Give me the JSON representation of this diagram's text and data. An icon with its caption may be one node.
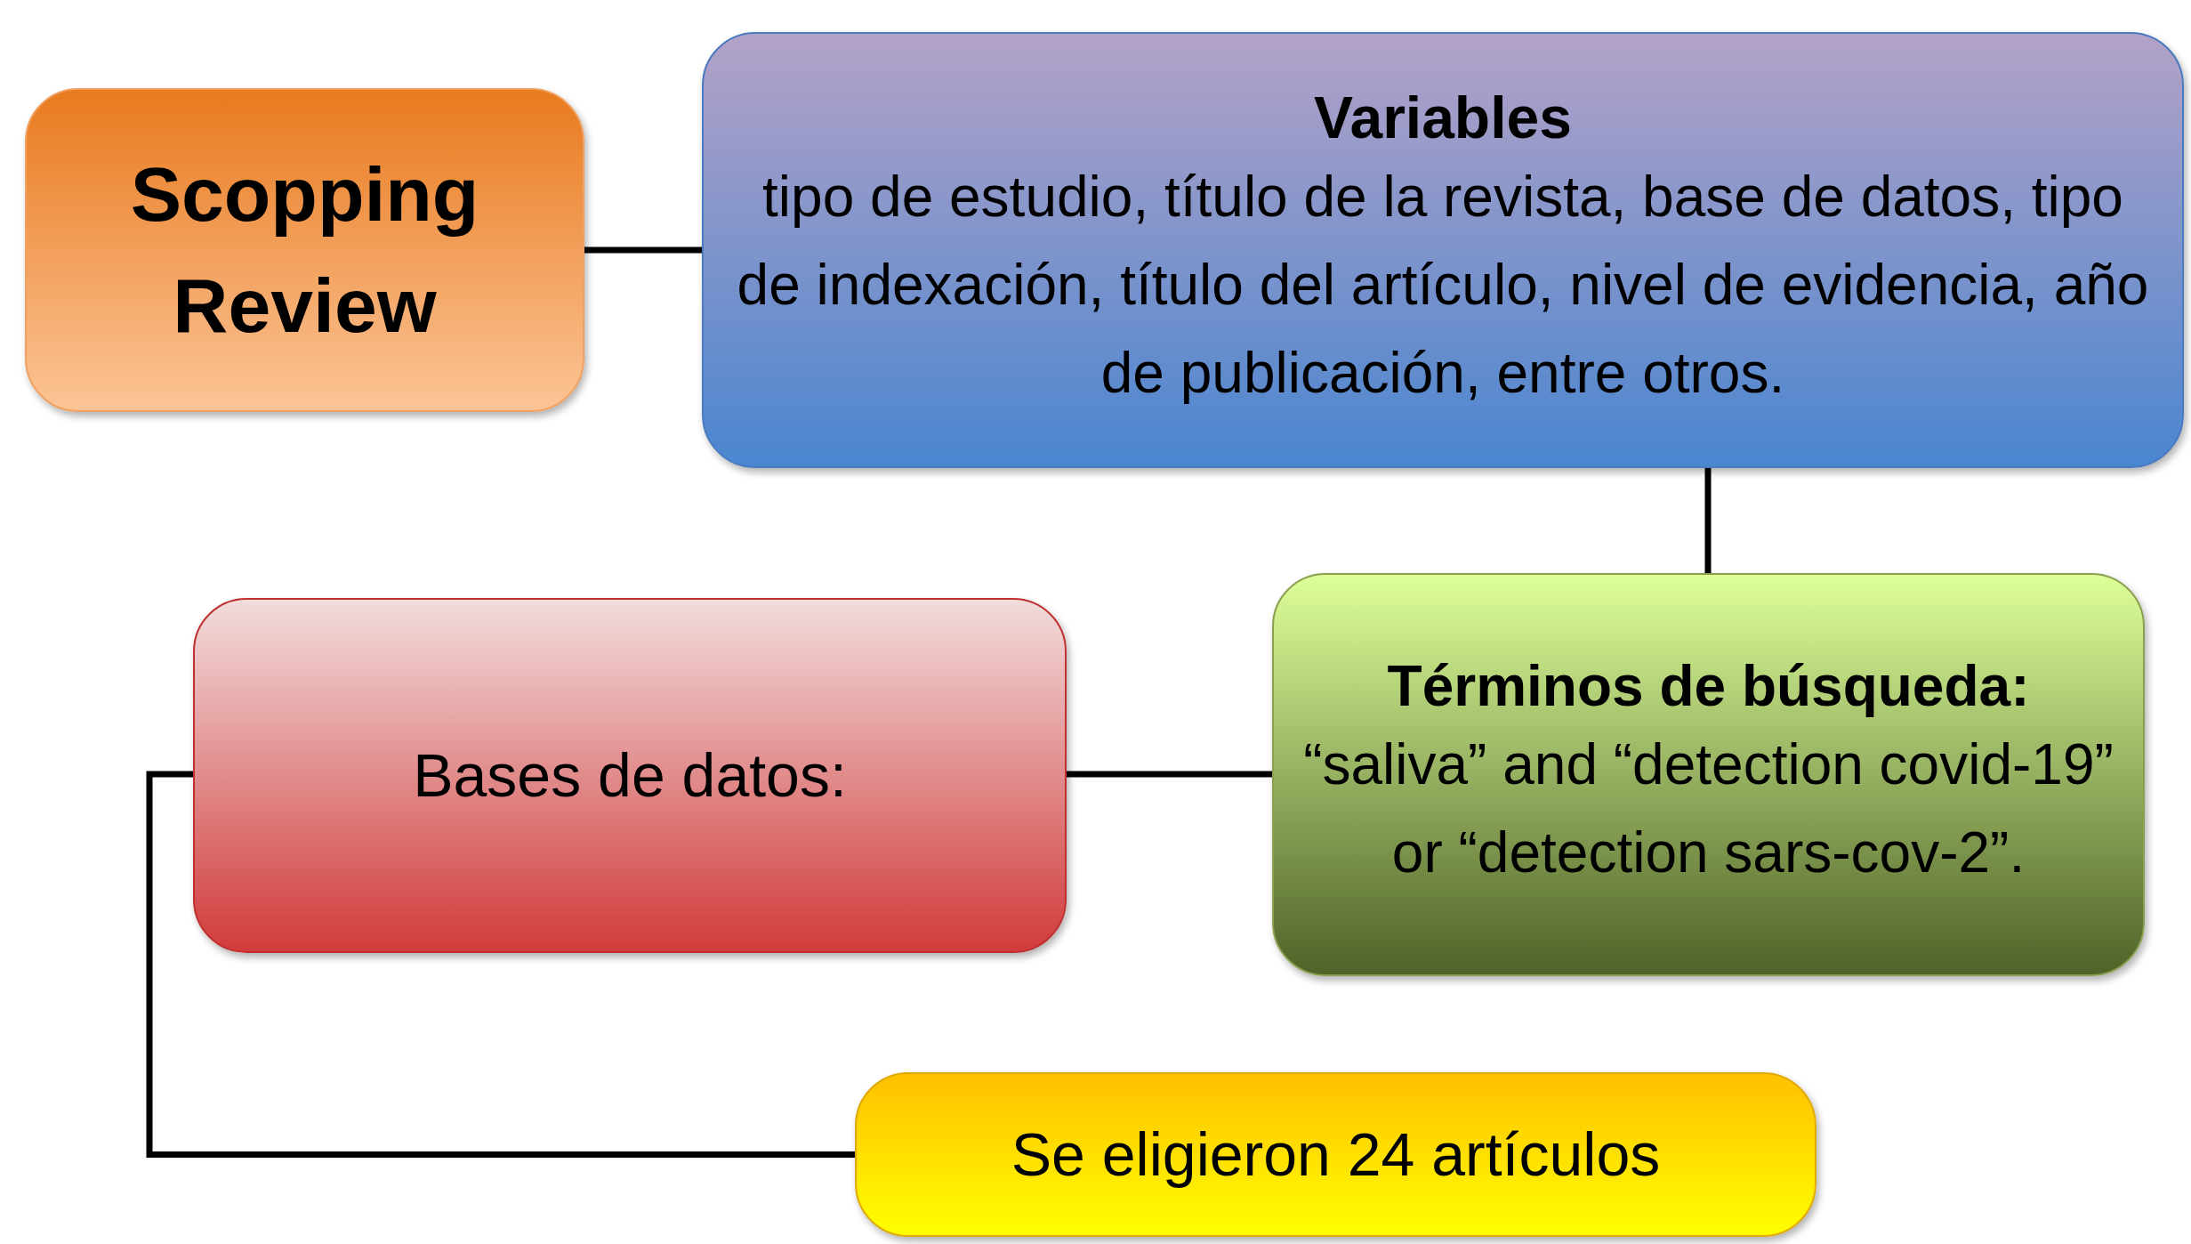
{
  "diagram": {
    "nodes": [
      {
        "text": [
          "Scopping Review"
        ]
      },
      {
        "text": [
          "Variables",
          "tipo de estudio, título de la revista, base de datos, tipo de indexación, título del artículo, nivel de evidencia, año de publicación, entre otros."
        ]
      },
      {
        "text": [
          "Términos de búsqueda:",
          "“saliva” and “detection covid-19” or “detection sars-cov-2”."
        ]
      },
      {
        "text": [
          "Bases de datos:"
        ]
      },
      {
        "text": [
          "Se eligieron 24 artículos"
        ]
      }
    ],
    "edges": [
      {
        "from": 0,
        "to": 1,
        "arrow": "none"
      },
      {
        "from": 1,
        "to": 2,
        "arrow": "none"
      },
      {
        "from": 2,
        "to": 3,
        "arrow": "none"
      },
      {
        "from": 3,
        "to": 4,
        "arrow": "none"
      }
    ]
  }
}
